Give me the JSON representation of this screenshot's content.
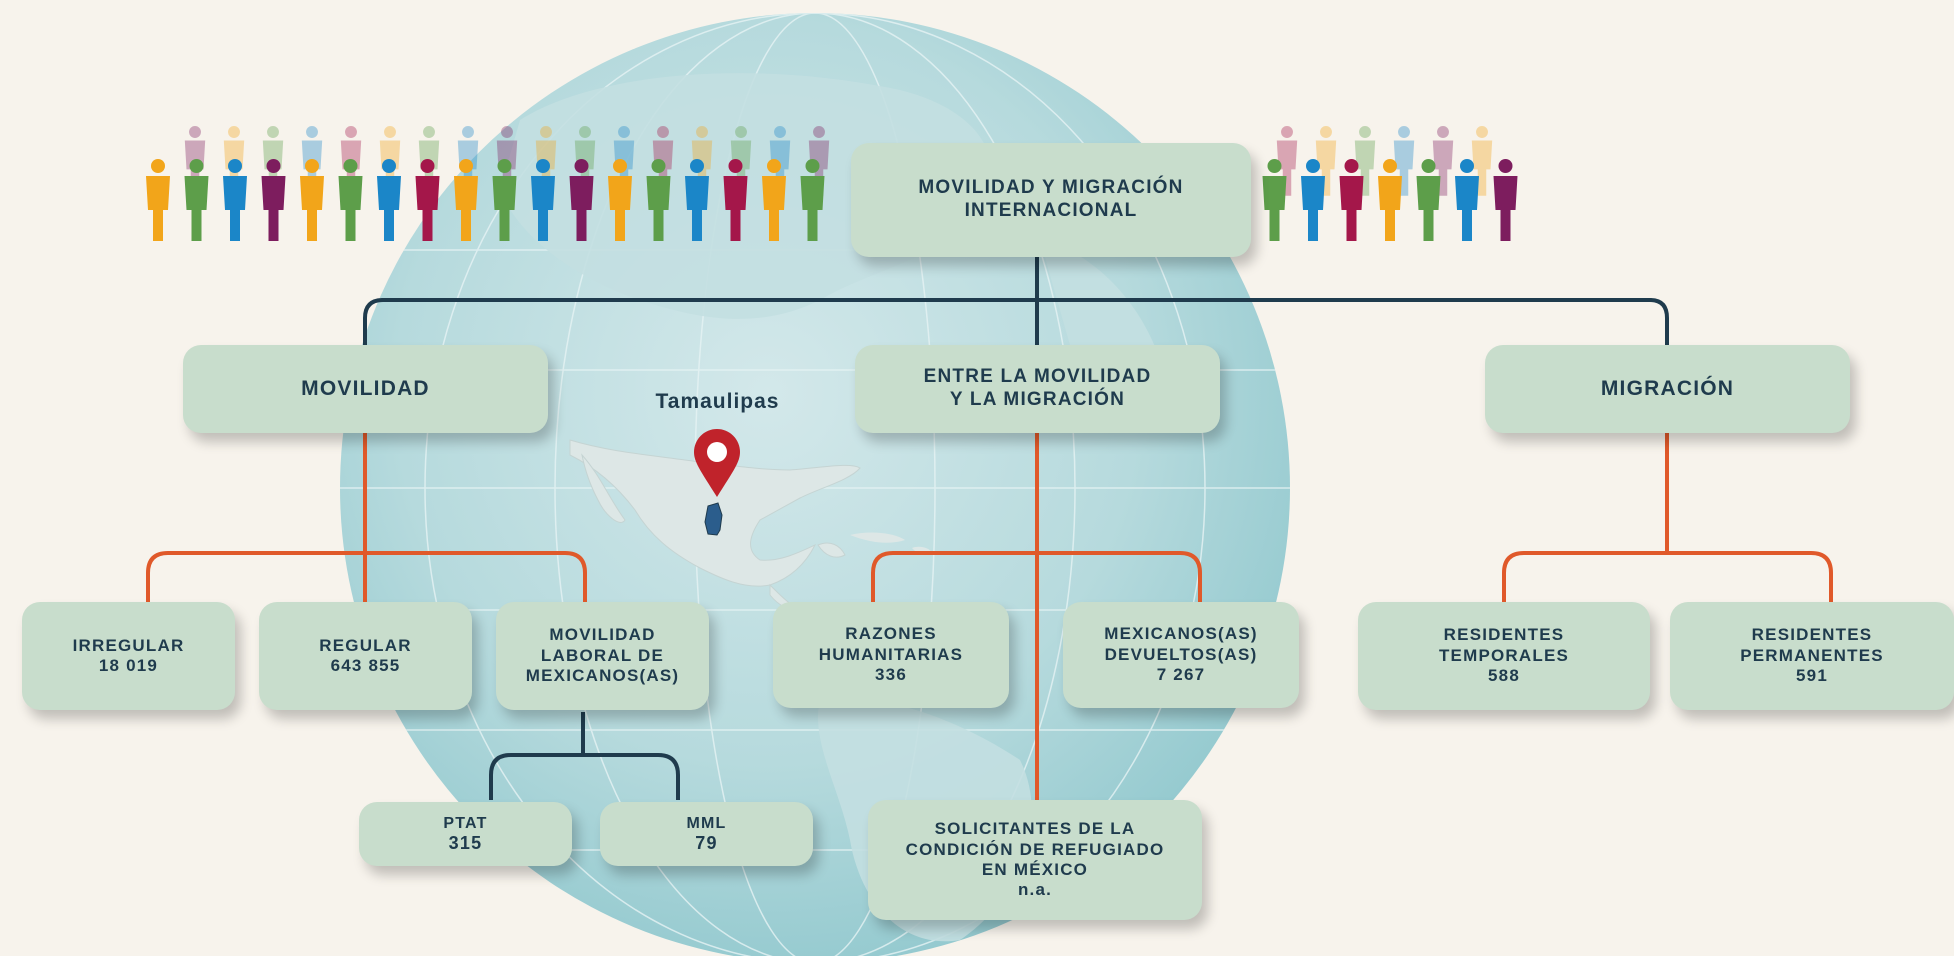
{
  "root": {
    "line1": "MOVILIDAD Y MIGRACIÓN",
    "line2": "INTERNACIONAL"
  },
  "branches": {
    "movilidad": {
      "label": "MOVILIDAD"
    },
    "entre": {
      "line1": "ENTRE LA MOVILIDAD",
      "line2": "Y LA MIGRACIÓN"
    },
    "migracion": {
      "label": "MIGRACIÓN"
    }
  },
  "map": {
    "state_label": "Tamaulipas",
    "highlight_color": "#2b5d8c",
    "pin_color": "#c0232b"
  },
  "leaves": {
    "irregular": {
      "label": "IRREGULAR",
      "value": "18 019"
    },
    "regular": {
      "label": "REGULAR",
      "value": "643 855"
    },
    "laboral": {
      "line1": "MOVILIDAD",
      "line2": "LABORAL DE",
      "line3": "MEXICANOS(AS)"
    },
    "ptat": {
      "label": "PTAT",
      "value": "315"
    },
    "mml": {
      "label": "MML",
      "value": "79"
    },
    "humanitarias": {
      "line1": "RAZONES",
      "line2": "HUMANITARIAS",
      "value": "336"
    },
    "devueltos": {
      "line1": "MEXICANOS(AS)",
      "line2": "DEVUELTOS(AS)",
      "value": "7 267"
    },
    "solicitantes": {
      "line1": "SOLICITANTES DE LA",
      "line2": "CONDICIÓN DE REFUGIADO",
      "line3": "EN MÉXICO",
      "value": "n.a."
    },
    "temporales": {
      "line1": "RESIDENTES",
      "line2": "TEMPORALES",
      "value": "588"
    },
    "permanentes": {
      "line1": "RESIDENTES",
      "line2": "PERMANENTES",
      "value": "591"
    }
  },
  "colors": {
    "navy_line": "#1f3b4d",
    "orange_line": "#e0592a",
    "box_fill": "#c8ddcc",
    "globe": "#a9d3d8",
    "background": "#f7f3ec"
  },
  "people_colors": [
    "#f2a51a",
    "#5d9e4a",
    "#1b86c8",
    "#7d1d5e",
    "#f2a51a",
    "#5d9e4a",
    "#1b86c8",
    "#a4174a"
  ]
}
